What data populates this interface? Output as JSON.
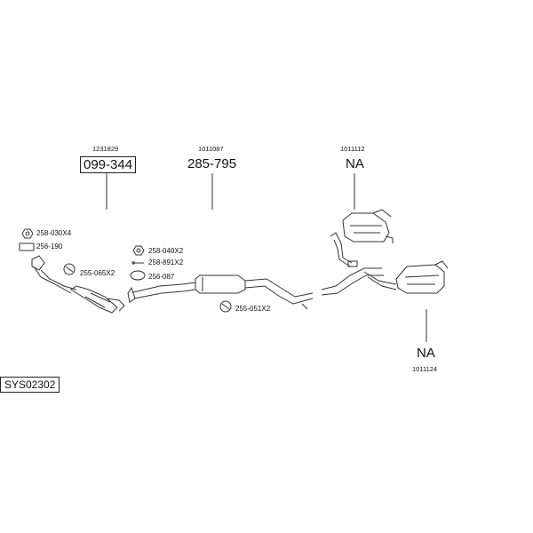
{
  "groups": [
    {
      "ref": "1231829",
      "part": "099-344"
    },
    {
      "ref": "1011087",
      "part": "285-795"
    },
    {
      "ref": "1011112",
      "part": "NA"
    },
    {
      "ref": "1011124",
      "part": "NA"
    }
  ],
  "callouts": {
    "nut_front": "258-030X4",
    "gasket_front": "256-190",
    "clamp_front": "255-065X2",
    "nut_mid": "258-040X2",
    "bolt_mid": "258-891X2",
    "gasket_mid": "256-087",
    "clamp_mid": "255-051X2"
  },
  "system_code": "SYS02302"
}
